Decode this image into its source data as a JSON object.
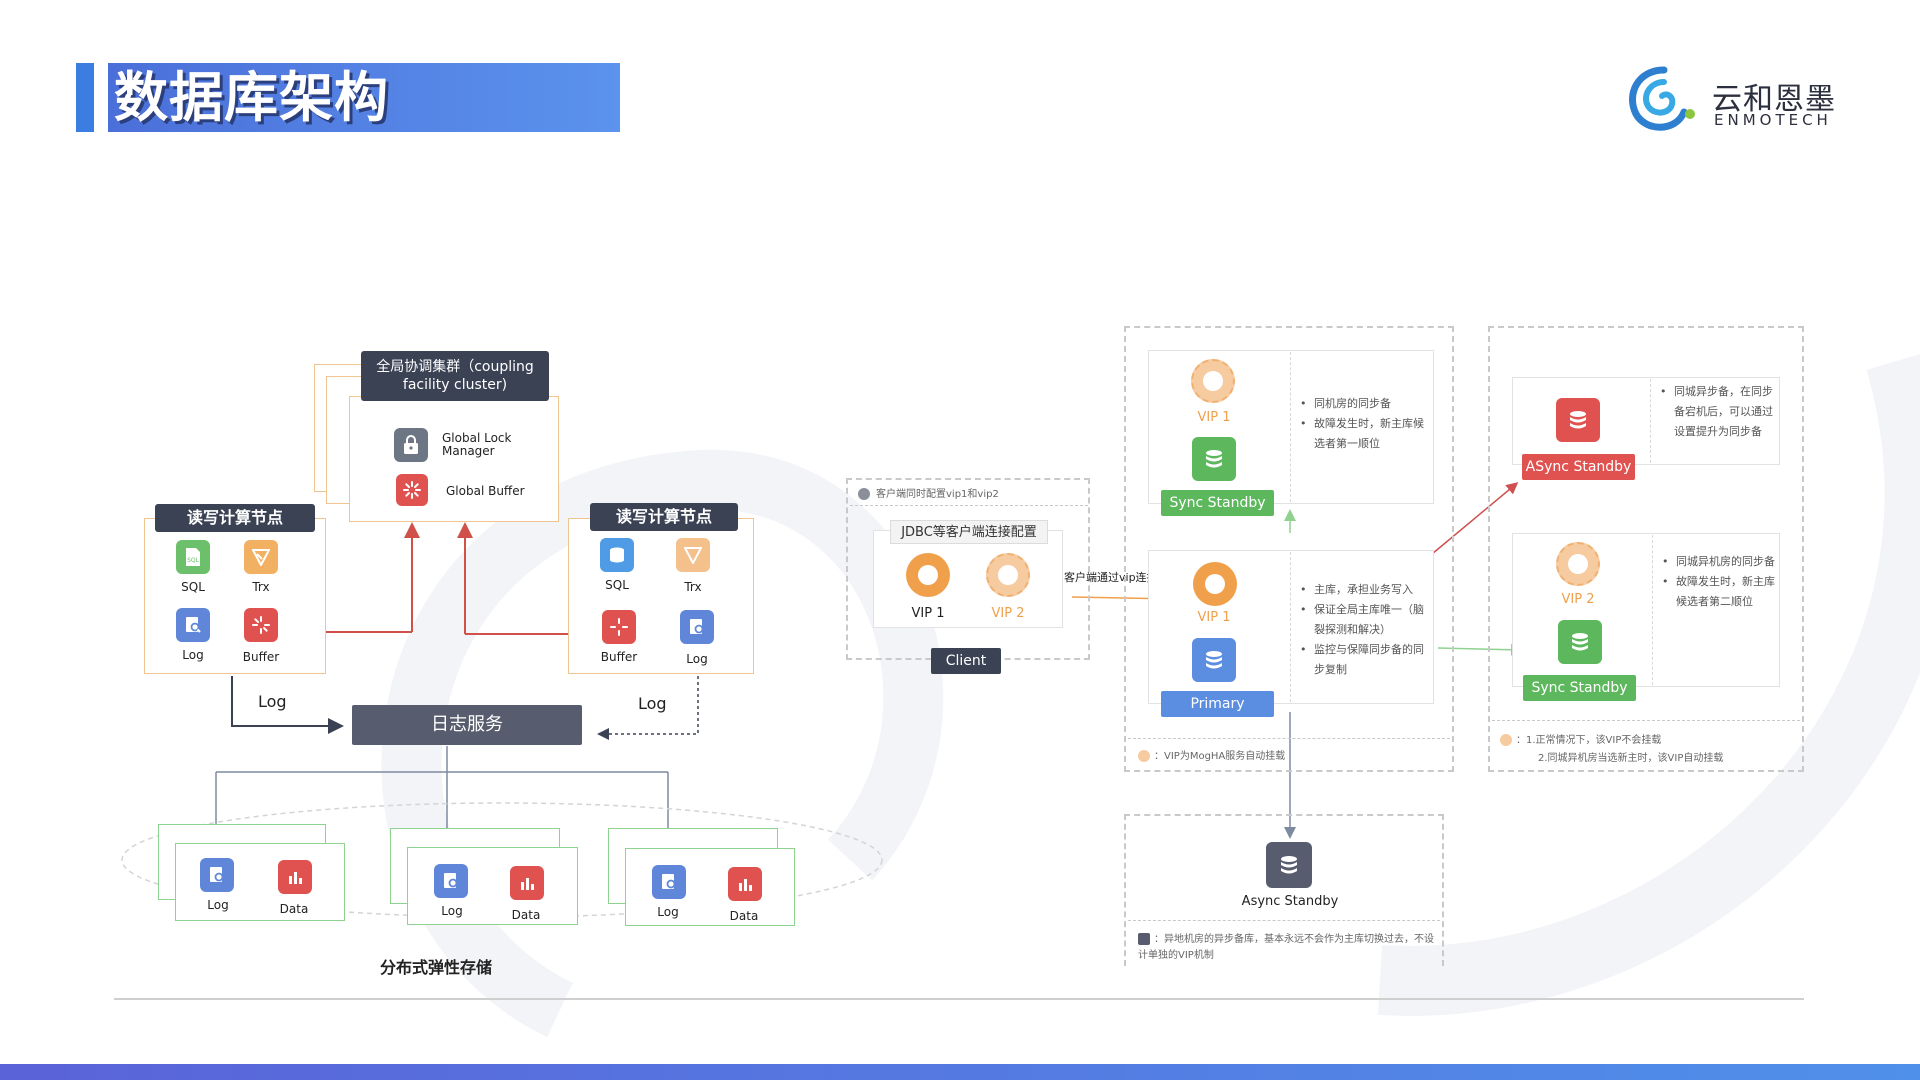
{
  "header": {
    "title": "数据库架构"
  },
  "logo": {
    "cn": "云和恩墨",
    "en": "ENMOTECH"
  },
  "left": {
    "coupling": {
      "title": "全局协调集群（coupling facility cluster)",
      "lock": "Global Lock Manager",
      "buffer": "Global Buffer"
    },
    "node_left": {
      "title": "读写计算节点",
      "sql": "SQL",
      "trx": "Trx",
      "log": "Log",
      "buffer": "Buffer"
    },
    "node_right": {
      "title": "读写计算节点",
      "sql": "SQL",
      "trx": "Trx",
      "buffer": "Buffer",
      "log": "Log"
    },
    "log_service": "日志服务",
    "log_left": "Log",
    "log_right": "Log",
    "storage": [
      {
        "log": "Log",
        "data": "Data"
      },
      {
        "log": "Log",
        "data": "Data"
      },
      {
        "log": "Log",
        "data": "Data"
      }
    ],
    "storage_label": "分布式弹性存储"
  },
  "right": {
    "client_note": "客户端同时配置vip1和vip2",
    "jdbc": "JDBC等客户端连接配置",
    "vip1": "VIP 1",
    "vip2": "VIP 2",
    "client": "Client",
    "connect_label": "客户端通过vip连接数据库",
    "sync_vip": "VIP 1",
    "sync_standby": "Sync Standby",
    "sync_notes": [
      "同机房的同步备",
      "故障发生时，新主库候选者第一顺位"
    ],
    "primary_vip": "VIP 1",
    "primary": "Primary",
    "primary_notes": [
      "主库，承担业务写入",
      "保证全局主库唯一（脑裂探测和解决）",
      "监控与保障同步备的同步复制"
    ],
    "middle_note": "：VIP为MogHA服务自动挂载",
    "async_standby": "ASync Standby",
    "async_notes": [
      "同城异步备，在同步备宕机后，可以通过设置提升为同步备"
    ],
    "remote_vip": "VIP 2",
    "remote_sync": "Sync Standby",
    "remote_notes": [
      "同城异机房的同步备",
      "故障发生时，新主库候选者第二顺位"
    ],
    "remote_note_1": "：1.正常情况下，该VIP不会挂载",
    "remote_note_2": "2.同城异机房当选新主时，该VIP自动挂载",
    "bottom_async": "Async Standby",
    "bottom_note": "：异地机房的异步备库，基本永远不会作为主库切换过去，不设计单独的VIP机制"
  },
  "colors": {
    "title_grad_start": "#4b6fd9",
    "title_grad_end": "#5b93ee",
    "node_border": "#f0c48e",
    "storage_border": "#8fd28f",
    "green_tag": "#5db85d",
    "blue_tag": "#5b8de0",
    "red_tag": "#e0524f",
    "pin_orange": "#f0a04b",
    "dark_header": "#3a4254"
  }
}
